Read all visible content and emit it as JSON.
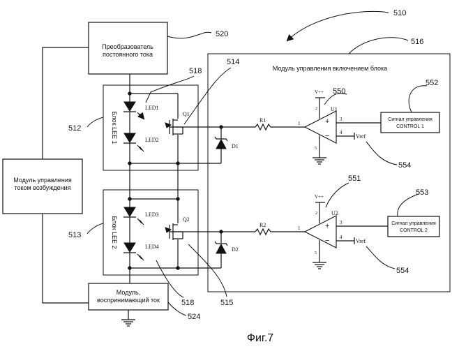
{
  "figure_caption": "Фиг.7",
  "blocks": {
    "converter_line1": "Преобразователь",
    "converter_line2": "постоянного тока",
    "current_module_line1": "Модуль управления",
    "current_module_line2": "током возбуждения",
    "sensor_line1": "Модуль,",
    "sensor_line2": "воспринимающий ток",
    "control_module_title": "Модуль управления включением блока",
    "lee1_label": "Блок LEE 1",
    "lee2_label": "Блок LEE 2",
    "signal1_line1": "Сигнал управления",
    "signal1_line2": "CONTROL 1",
    "signal2_line1": "Сигнал управления",
    "signal2_line2": "CONTROL 2"
  },
  "components": {
    "led1": "LED1",
    "led2": "LED2",
    "led3": "LED3",
    "led4": "LED4",
    "q1": "Q1",
    "q2": "Q2",
    "d1": "D1",
    "d2": "D2",
    "r1": "R1",
    "r2": "R2",
    "u1": "U1",
    "u2": "U2",
    "vcc": "V++",
    "vref": "Vref",
    "plus": "+",
    "minus": "−",
    "pin1": "1",
    "pin2": "2",
    "pin3": "3",
    "pin4": "4",
    "pin5": "5"
  },
  "refs": {
    "r510": "510",
    "r512": "512",
    "r513": "513",
    "r514": "514",
    "r515": "515",
    "r516": "516",
    "r518": "518",
    "r520": "520",
    "r524": "524",
    "r550": "550",
    "r551": "551",
    "r552": "552",
    "r553": "553",
    "r554": "554"
  }
}
